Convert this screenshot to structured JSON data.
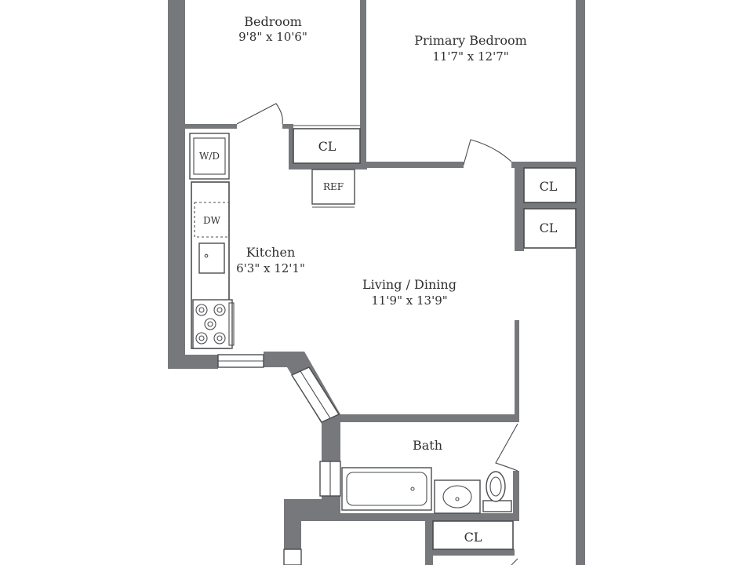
{
  "rooms": {
    "bedroom": {
      "name": "Bedroom",
      "dims": "9'8\" x 10'6\""
    },
    "primary": {
      "name": "Primary Bedroom",
      "dims": "11'7\" x 12'7\""
    },
    "kitchen": {
      "name": "Kitchen",
      "dims": "6'3\" x 12'1\""
    },
    "living": {
      "name": "Living / Dining",
      "dims": "11'9\" x 13'9\""
    },
    "bath": {
      "name": "Bath"
    }
  },
  "labels": {
    "closet": "CL",
    "washer_dryer": "W/D",
    "dishwasher": "DW",
    "refrigerator": "REF"
  },
  "colors": {
    "wall": "#76787b",
    "line": "#4a4c4f",
    "background": "#ffffff"
  }
}
